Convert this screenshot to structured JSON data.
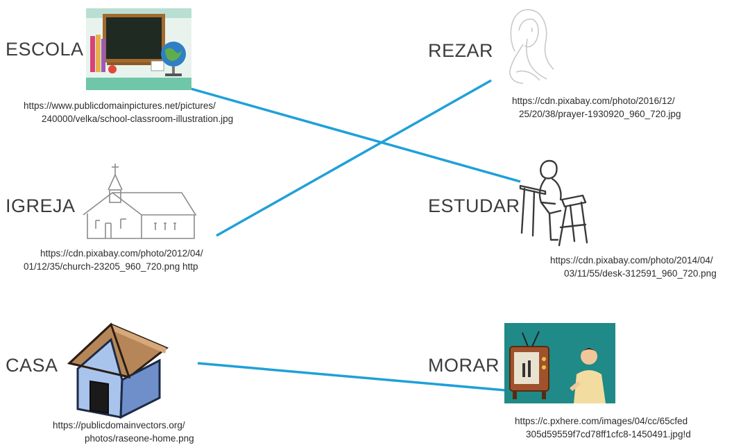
{
  "colors": {
    "connector": "#1fa0d8",
    "text": "#3c3c3c"
  },
  "left_column": [
    {
      "word": "ESCOLA",
      "icon": "school-classroom-picture",
      "url_lines": [
        "https://www.publicdomainpictures.net/pictures/",
        "240000/velka/school-classroom-illustration.jpg"
      ]
    },
    {
      "word": "IGREJA",
      "icon": "church-drawing",
      "url_lines": [
        "https://cdn.pixabay.com/photo/2012/04/",
        "01/12/35/church-23205_960_720.png http"
      ]
    },
    {
      "word": "CASA",
      "icon": "house-icon",
      "url_lines": [
        "https://publicdomainvectors.org/",
        "photos/raseone-home.png"
      ]
    }
  ],
  "right_column": [
    {
      "word": "REZAR",
      "icon": "praying-woman-drawing",
      "url_lines": [
        "https://cdn.pixabay.com/photo/2016/12/",
        "25/20/38/prayer-1930920_960_720.jpg"
      ]
    },
    {
      "word": "ESTUDAR",
      "icon": "student-at-desk-drawing",
      "url_lines": [
        "https://cdn.pixabay.com/photo/2014/04/",
        "03/11/55/desk-312591_960_720.png"
      ]
    },
    {
      "word": "MORAR",
      "icon": "man-watching-tv-picture",
      "url_lines": [
        "https://c.pxhere.com/images/04/cc/65cfed",
        "305d59559f7cd78ff1cfc8-1450491.jpg!d"
      ]
    }
  ],
  "connections": [
    {
      "from": "ESCOLA",
      "to": "ESTUDAR"
    },
    {
      "from": "IGREJA",
      "to": "REZAR"
    },
    {
      "from": "CASA",
      "to": "MORAR"
    }
  ]
}
